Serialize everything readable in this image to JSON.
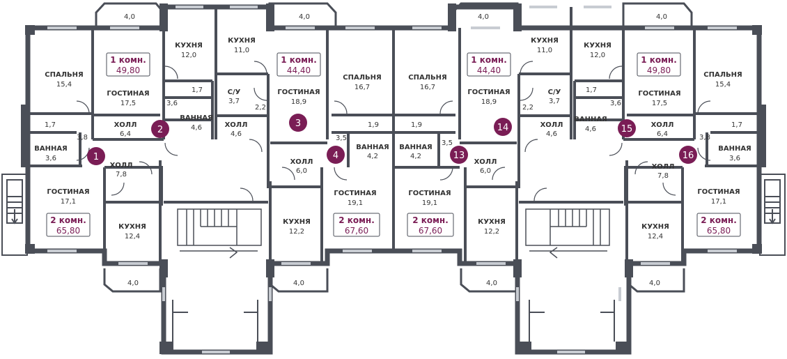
{
  "colors": {
    "wall": "#4a4e57",
    "accent": "#7a1d55",
    "text": "#333333",
    "window": "#c8ccd2"
  },
  "balconies": [
    {
      "id": "bt1",
      "label": "4,0"
    },
    {
      "id": "bt2",
      "label": "4,0"
    },
    {
      "id": "bt3",
      "label": "4,0"
    },
    {
      "id": "bt4",
      "label": "4,0"
    },
    {
      "id": "bb1",
      "label": "4,0"
    },
    {
      "id": "bb2",
      "label": "4,0"
    },
    {
      "id": "bb3",
      "label": "4,0"
    },
    {
      "id": "bb4",
      "label": "4,0"
    }
  ],
  "rooms": [
    {
      "id": "r1",
      "name": "СПАЛЬНЯ",
      "area": "15,4"
    },
    {
      "id": "r2",
      "name": "",
      "area": "1,7"
    },
    {
      "id": "r3",
      "name": "ВАННАЯ",
      "area": "3,6"
    },
    {
      "id": "r4",
      "name": "",
      "area": "3,8"
    },
    {
      "id": "r5",
      "name": "ГОСТИНАЯ",
      "area": "17,1"
    },
    {
      "id": "r6",
      "name": "ХОЛЛ",
      "area": "7,8"
    },
    {
      "id": "r7",
      "name": "КУХНЯ",
      "area": "12,4"
    },
    {
      "id": "r8",
      "name": "ГОСТИНАЯ",
      "area": "17,5"
    },
    {
      "id": "r9",
      "name": "ХОЛЛ",
      "area": "6,4"
    },
    {
      "id": "r10",
      "name": "КУХНЯ",
      "area": "12,0"
    },
    {
      "id": "r11",
      "name": "",
      "area": "1,7"
    },
    {
      "id": "r12",
      "name": "",
      "area": "3,6"
    },
    {
      "id": "r13",
      "name": "ВАННАЯ",
      "area": "4,6"
    },
    {
      "id": "r14",
      "name": "КУХНЯ",
      "area": "11,0"
    },
    {
      "id": "r15",
      "name": "С/У",
      "area": "3,7"
    },
    {
      "id": "r16",
      "name": "",
      "area": "2,2"
    },
    {
      "id": "r17",
      "name": "ХОЛЛ",
      "area": "4,6"
    },
    {
      "id": "r18",
      "name": "ГОСТИНАЯ",
      "area": "18,9"
    },
    {
      "id": "r19",
      "name": "ХОЛЛ",
      "area": "6,0"
    },
    {
      "id": "r20",
      "name": "КУХНЯ",
      "area": "12,2"
    },
    {
      "id": "r21",
      "name": "СПАЛЬНЯ",
      "area": "16,7"
    },
    {
      "id": "r22",
      "name": "",
      "area": "1,9"
    },
    {
      "id": "r23",
      "name": "",
      "area": "3,5"
    },
    {
      "id": "r24",
      "name": "ВАННАЯ",
      "area": "4,2"
    },
    {
      "id": "r25",
      "name": "ГОСТИНАЯ",
      "area": "19,1"
    },
    {
      "id": "r26",
      "name": "СПАЛЬНЯ",
      "area": "16,7"
    },
    {
      "id": "r27",
      "name": "",
      "area": "1,9"
    },
    {
      "id": "r28",
      "name": "ВАННАЯ",
      "area": "4,2"
    },
    {
      "id": "r29",
      "name": "",
      "area": "3,5"
    },
    {
      "id": "r30",
      "name": "ГОСТИНАЯ",
      "area": "19,1"
    },
    {
      "id": "r31",
      "name": "ХОЛЛ",
      "area": "6,0"
    },
    {
      "id": "r32",
      "name": "КУХНЯ",
      "area": "12,2"
    },
    {
      "id": "r33",
      "name": "ГОСТИНАЯ",
      "area": "18,9"
    },
    {
      "id": "r34",
      "name": "",
      "area": "2,2"
    },
    {
      "id": "r35",
      "name": "КУХНЯ",
      "area": "11,0"
    },
    {
      "id": "r36",
      "name": "С/У",
      "area": "3,7"
    },
    {
      "id": "r37",
      "name": "ХОЛЛ",
      "area": "4,6"
    },
    {
      "id": "r38",
      "name": "КУХНЯ",
      "area": "12,0"
    },
    {
      "id": "r39",
      "name": "",
      "area": "1,7"
    },
    {
      "id": "r40",
      "name": "ВАННАЯ",
      "area": "4,6"
    },
    {
      "id": "r41",
      "name": "",
      "area": "3,6"
    },
    {
      "id": "r42",
      "name": "ГОСТИНАЯ",
      "area": "17,5"
    },
    {
      "id": "r43",
      "name": "ХОЛЛ",
      "area": "6,4"
    },
    {
      "id": "r44",
      "name": "ХОЛЛ",
      "area": "7,8"
    },
    {
      "id": "r45",
      "name": "КУХНЯ",
      "area": "12,4"
    },
    {
      "id": "r46",
      "name": "СПАЛЬНЯ",
      "area": "15,4"
    },
    {
      "id": "r47",
      "name": "",
      "area": "1,7"
    },
    {
      "id": "r48",
      "name": "",
      "area": "3,8"
    },
    {
      "id": "r49",
      "name": "ВАННАЯ",
      "area": "3,6"
    },
    {
      "id": "r50",
      "name": "ГОСТИНАЯ",
      "area": "17,1"
    }
  ],
  "apartments": [
    {
      "id": "a1",
      "title": "1 комн.",
      "area": "49,80"
    },
    {
      "id": "a2",
      "title": "1 комн.",
      "area": "44,40"
    },
    {
      "id": "a3",
      "title": "1 комн.",
      "area": "44,40"
    },
    {
      "id": "a4",
      "title": "1 комн.",
      "area": "49,80"
    },
    {
      "id": "a5",
      "title": "2 комн.",
      "area": "65,80"
    },
    {
      "id": "a6",
      "title": "2 комн.",
      "area": "67,60"
    },
    {
      "id": "a7",
      "title": "2 комн.",
      "area": "67,60"
    },
    {
      "id": "a8",
      "title": "2 комн.",
      "area": "65,80"
    }
  ],
  "markers": [
    {
      "id": "m1",
      "label": "1"
    },
    {
      "id": "m2",
      "label": "2"
    },
    {
      "id": "m3",
      "label": "3"
    },
    {
      "id": "m4",
      "label": "4"
    },
    {
      "id": "m13",
      "label": "13"
    },
    {
      "id": "m14",
      "label": "14"
    },
    {
      "id": "m15",
      "label": "15"
    },
    {
      "id": "m16",
      "label": "16"
    }
  ]
}
